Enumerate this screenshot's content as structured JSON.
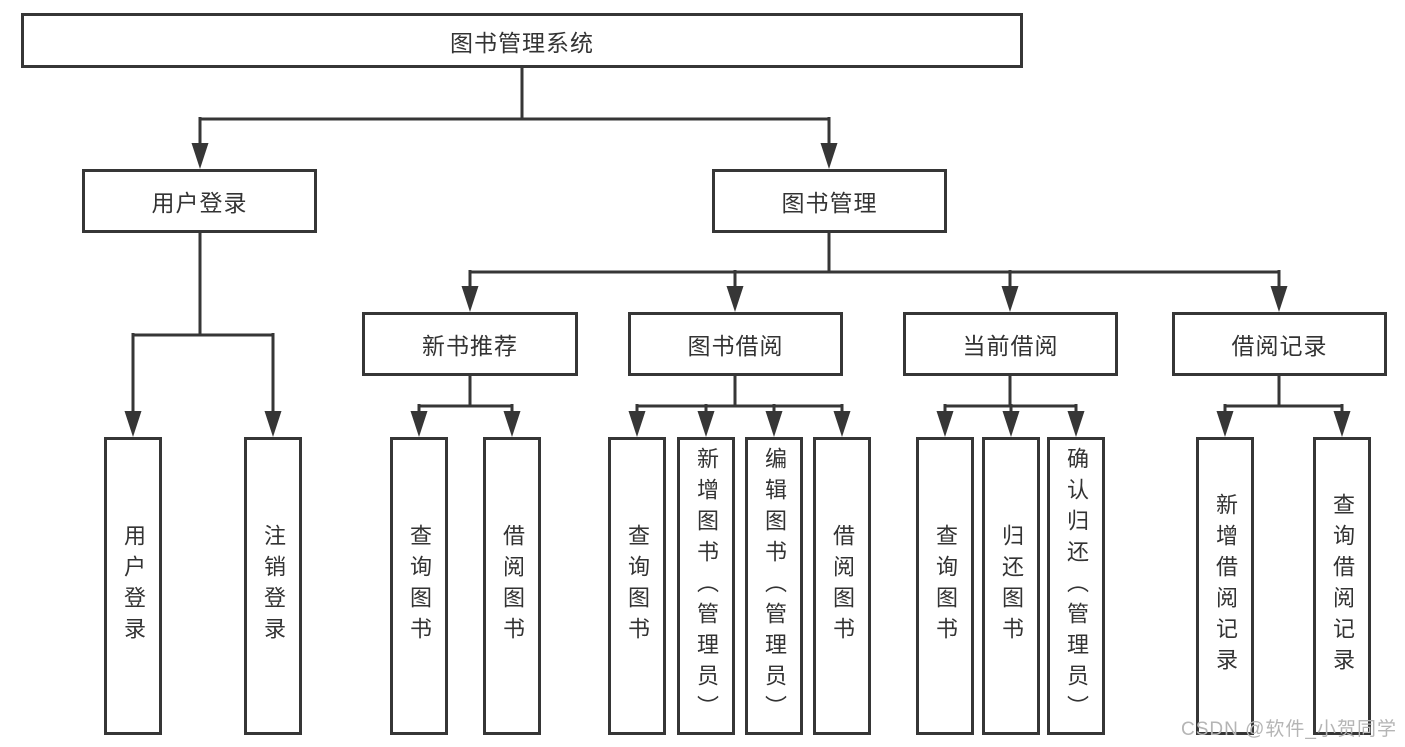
{
  "diagram": {
    "root": {
      "label": "图书管理系统"
    },
    "level2": {
      "user_login": {
        "label": "用户登录"
      },
      "book_mgmt": {
        "label": "图书管理"
      }
    },
    "level3": {
      "new_book_rec": {
        "label": "新书推荐"
      },
      "book_borrow": {
        "label": "图书借阅"
      },
      "current_borrow": {
        "label": "当前借阅"
      },
      "borrow_record": {
        "label": "借阅记录"
      }
    },
    "leaves": {
      "user_login": {
        "label": "用户登录"
      },
      "logout": {
        "label": "注销登录"
      },
      "rec_query_books": {
        "label": "查询图书"
      },
      "rec_borrow_books": {
        "label": "借阅图书"
      },
      "bb_query_books": {
        "label": "查询图书"
      },
      "bb_add_books": {
        "label": "新增图书（管理员）"
      },
      "bb_edit_books": {
        "label": "编辑图书（管理员）"
      },
      "bb_borrow_books": {
        "label": "借阅图书"
      },
      "cb_query_books": {
        "label": "查询图书"
      },
      "cb_return_books": {
        "label": "归还图书"
      },
      "cb_confirm_return": {
        "label": "确认归还（管理员）"
      },
      "br_add_record": {
        "label": "新增借阅记录"
      },
      "br_query_record": {
        "label": "查询借阅记录"
      }
    },
    "colors": {
      "line": "#363636",
      "text": "#333333",
      "box_background": "#ffffff",
      "watermark": "#b5b5b5"
    }
  },
  "watermark": {
    "text": "CSDN @软件_小贺同学"
  }
}
